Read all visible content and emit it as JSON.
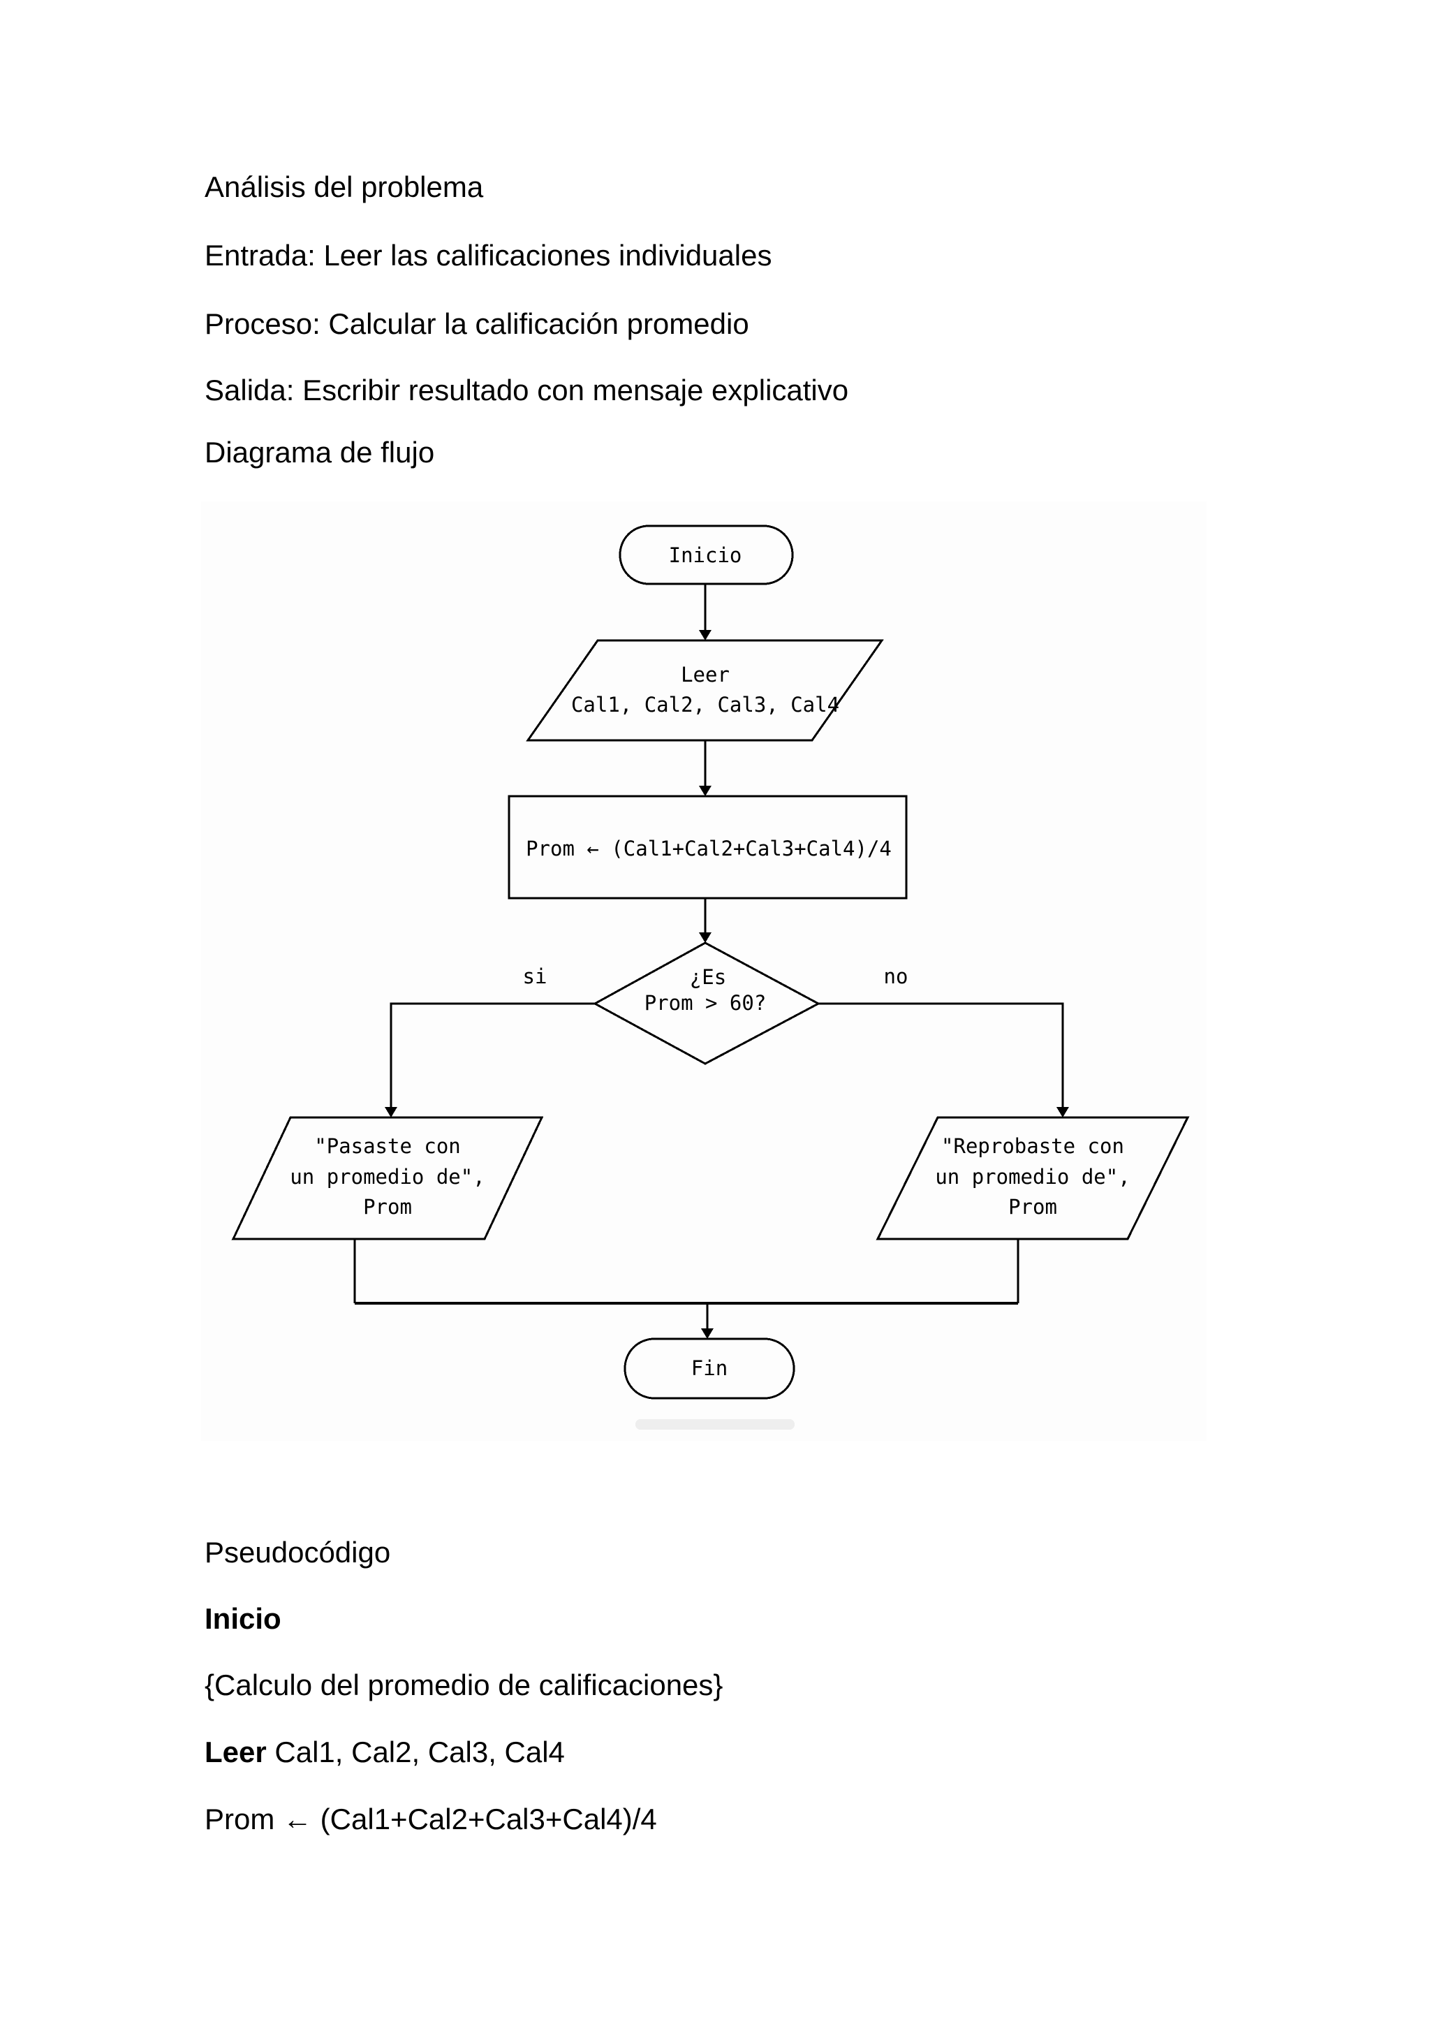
{
  "page": {
    "bg": "#ffffff",
    "text_color": "#000000",
    "figure_bg": "#fdfdfd",
    "stroke_color": "#000000"
  },
  "intro": {
    "title": "Análisis del problema",
    "entrada": "Entrada: Leer las calificaciones individuales",
    "proceso": "Proceso: Calcular la calificación promedio",
    "salida": "Salida: Escribir resultado con mensaje explicativo",
    "diagram_heading": "Diagrama de flujo"
  },
  "flowchart": {
    "start_label": "Inicio",
    "read_line1": "Leer",
    "read_line2": "Cal1, Cal2, Cal3, Cal4",
    "process_label": "Prom ← (Cal1+Cal2+Cal3+Cal4)/4",
    "decision_line1": "¿Es",
    "decision_line2": "Prom > 60?",
    "branch_yes": "si",
    "branch_no": "no",
    "pass_line1": "\"Pasaste con",
    "pass_line2": "un promedio de\",",
    "pass_line3": "Prom",
    "fail_line1": "\"Reprobaste con",
    "fail_line2": "un promedio de\",",
    "fail_line3": "Prom",
    "end_label": "Fin"
  },
  "pseudocode": {
    "heading": "Pseudocódigo",
    "start_keyword": "Inicio",
    "comment": "{Calculo del promedio de calificaciones}",
    "read_keyword": "Leer",
    "read_args": "Cal1, Cal2, Cal3, Cal4",
    "assignment": "Prom ← (Cal1+Cal2+Cal3+Cal4)/4"
  }
}
